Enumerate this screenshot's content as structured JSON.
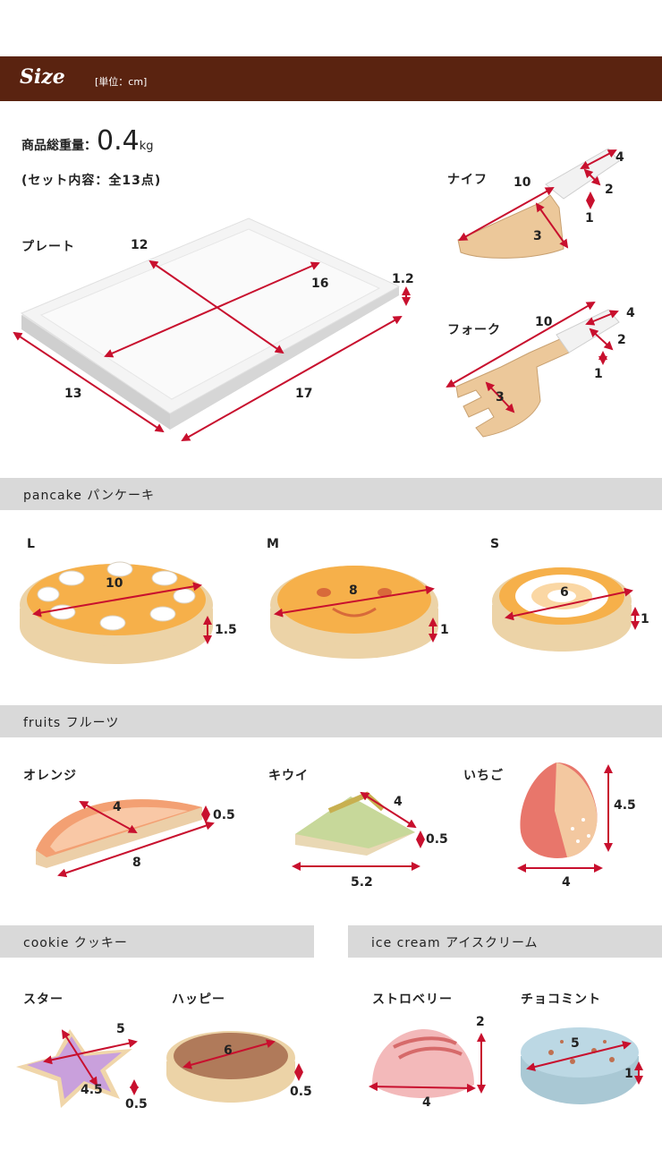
{
  "header": {
    "title": "Size",
    "unit": "[単位：cm]"
  },
  "summary": {
    "weight_label": "商品総重量：",
    "weight_value": "0.4",
    "weight_unit": "kg",
    "set_contents": "(セット内容：全13点)"
  },
  "plate": {
    "label": "プレート",
    "d1": "12",
    "d2": "16",
    "d3": "1.2",
    "d4": "13",
    "d5": "17"
  },
  "knife": {
    "label": "ナイフ",
    "d1": "10",
    "d2": "4",
    "d3": "2",
    "d4": "1",
    "d5": "3"
  },
  "fork": {
    "label": "フォーク",
    "d1": "10",
    "d2": "4",
    "d3": "2",
    "d4": "1",
    "d5": "3"
  },
  "pancake": {
    "section": "pancake パンケーキ",
    "l": {
      "label": "L",
      "d1": "10",
      "d2": "1.5"
    },
    "m": {
      "label": "M",
      "d1": "8",
      "d2": "1"
    },
    "s": {
      "label": "S",
      "d1": "6",
      "d2": "1"
    }
  },
  "fruits": {
    "section": "fruits フルーツ",
    "orange": {
      "label": "オレンジ",
      "d1": "4",
      "d2": "0.5",
      "d3": "8"
    },
    "kiwi": {
      "label": "キウイ",
      "d1": "4",
      "d2": "0.5",
      "d3": "5.2"
    },
    "strawberry": {
      "label": "いちご",
      "d1": "4.5",
      "d2": "4"
    }
  },
  "cookie": {
    "section": "cookie クッキー",
    "star": {
      "label": "スター",
      "d1": "5",
      "d2": "4.5",
      "d3": "0.5"
    },
    "happy": {
      "label": "ハッピー",
      "d1": "6",
      "d2": "0.5"
    }
  },
  "icecream": {
    "section": "ice cream アイスクリーム",
    "strawberry": {
      "label": "ストロベリー",
      "d1": "2",
      "d2": "4"
    },
    "chocomint": {
      "label": "チョコミント",
      "d1": "5",
      "d2": "1"
    }
  },
  "colors": {
    "banner": "#5a2310",
    "section": "#d9d9d9",
    "arrow": "#c8102e",
    "pancake_top": "#f6b04a",
    "pancake_side": "#ecd3a7"
  }
}
